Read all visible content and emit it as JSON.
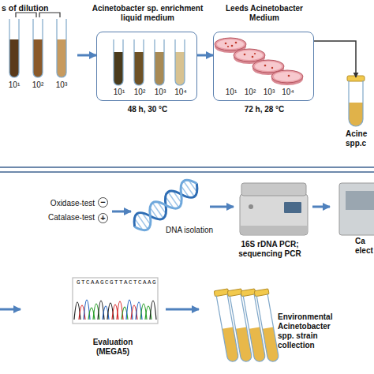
{
  "diagram": {
    "nodes": [
      {
        "text": [
          "s of dilution",
          "10¹",
          "10²",
          "10³"
        ]
      },
      {
        "text": [
          "Acinetobacter sp. enrichment liquid medium",
          "10¹",
          "10²",
          "10³",
          "10⁴",
          "48 h, 30 °C"
        ]
      },
      {
        "text": [
          "Leeds Acinetobacter Medium",
          "10¹",
          "10²",
          "10³",
          "10⁴",
          "72 h, 28 °C"
        ]
      },
      {
        "text": [
          "Acine spp.c"
        ]
      },
      {
        "text": [
          "Oxidase-test",
          "Catalase-test",
          "−",
          "+"
        ]
      },
      {
        "text": [
          "DNA isolation"
        ]
      },
      {
        "text": [
          "16S rDNA PCR; sequencing PCR"
        ]
      },
      {
        "text": [
          "Ca elect"
        ]
      },
      {
        "text": [
          "GTCAAGCGTTACTCAAG",
          "Evaluation (MEGA5)"
        ]
      },
      {
        "text": [
          "Environmental Acinetobacter spp. strain collection"
        ]
      }
    ],
    "edges": [
      {
        "from": 0,
        "to": 1,
        "arrow": "to"
      },
      {
        "from": 1,
        "to": 2,
        "arrow": "to"
      },
      {
        "from": 2,
        "to": 3,
        "arrow": "to"
      },
      {
        "from": 4,
        "to": 5,
        "arrow": "to"
      },
      {
        "from": 5,
        "to": 6,
        "arrow": "to"
      },
      {
        "from": 6,
        "to": 7,
        "arrow": "to"
      },
      {
        "from": 8,
        "to": 9,
        "arrow": "to"
      }
    ]
  }
}
